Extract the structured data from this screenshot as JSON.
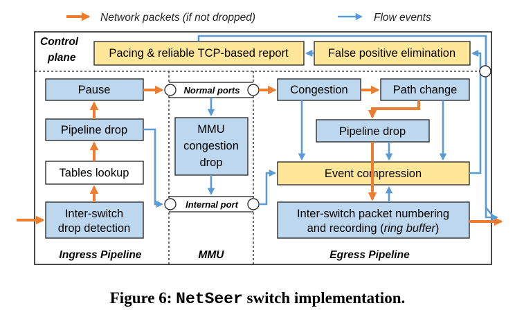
{
  "legend": {
    "network_packets_main": "Network packets (",
    "network_packets_em": "if not dropped",
    "network_packets_tail": ")",
    "flow_events": "Flow events"
  },
  "colors": {
    "orange_arrow": "#ed7d31",
    "blue_arrow": "#5b9bd5",
    "blue_box": "#bdd7ee",
    "yellow_box": "#ffe699"
  },
  "control_plane": {
    "label_line1": "Control",
    "label_line2": "plane",
    "report": "Pacing & reliable TCP-based report",
    "fp_elim": "False positive elimination"
  },
  "ingress": {
    "pause": "Pause",
    "pipeline_drop": "Pipeline drop",
    "tables_lookup": "Tables lookup",
    "inter_switch_line1": "Inter-switch",
    "inter_switch_line2": "drop detection",
    "section_label": "Ingress Pipeline"
  },
  "mmu": {
    "normal_ports": "Normal ports",
    "internal_port": "Internal port",
    "congestion_line1": "MMU",
    "congestion_line2": "congestion",
    "congestion_line3": "drop",
    "section_label": "MMU"
  },
  "egress": {
    "congestion": "Congestion",
    "path_change": "Path change",
    "pipeline_drop": "Pipeline drop",
    "event_compression": "Event compression",
    "numbering_line1": "Inter-switch packet numbering",
    "numbering_line2_main": "and recording (",
    "numbering_line2_em": "ring buffer",
    "numbering_line2_tail": ")",
    "section_label": "Egress  Pipeline"
  },
  "caption": {
    "prefix": "Figure 6: ",
    "name": "NetSeer",
    "suffix": " switch implementation."
  }
}
